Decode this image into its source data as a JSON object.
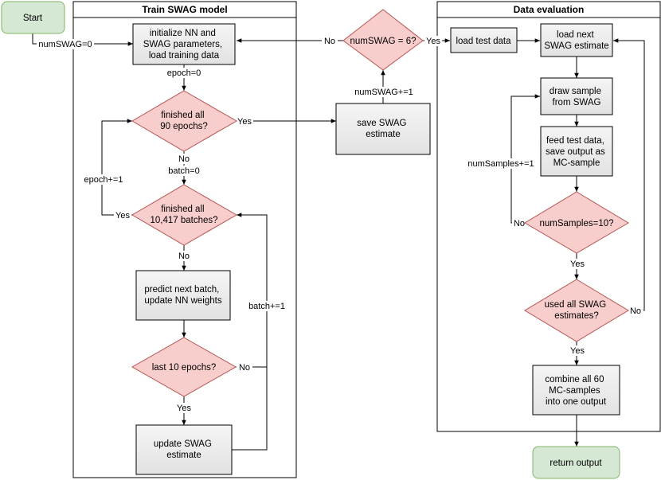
{
  "frames": {
    "train": "Train SWAG model",
    "eval": "Data evaluation"
  },
  "nodes": {
    "start": "Start",
    "init": [
      "initialize NN and",
      "SWAG parameters,",
      "load training data"
    ],
    "epochs_check": [
      "finished all",
      "90 epochs?"
    ],
    "batches_check": [
      "finished all",
      "10,417 batches?"
    ],
    "predict": [
      "predict next batch,",
      "update NN weights"
    ],
    "last_epochs": [
      "last 10 epochs?"
    ],
    "update_swag": [
      "update SWAG",
      "estimate"
    ],
    "save_swag": [
      "save SWAG",
      "estimate"
    ],
    "numswag_check": [
      "numSWAG = 6?"
    ],
    "load_test": [
      "load test data"
    ],
    "load_next": [
      "load next",
      "SWAG estimate"
    ],
    "draw_sample": [
      "draw sample",
      "from SWAG"
    ],
    "feed_test": [
      "feed test data,",
      "save output as",
      "MC-sample"
    ],
    "numsamples_check": [
      "numSamples=10?"
    ],
    "used_all": [
      "used all SWAG",
      "estimates?"
    ],
    "combine": [
      "combine all 60",
      "MC-samples",
      "into one output"
    ],
    "return_output": "return output"
  },
  "edge_labels": {
    "numswag0": "numSWAG=0",
    "epoch0": "epoch=0",
    "epochs_yes": "Yes",
    "epochs_no": "No",
    "batch0": "batch=0",
    "epoch_inc": "epoch+=1",
    "batches_yes": "Yes",
    "batches_no": "No",
    "last_no": "No",
    "last_yes": "Yes",
    "batch_inc": "batch+=1",
    "numswag_inc": "numSWAG+=1",
    "numswag_no": "No",
    "numswag_yes": "Yes",
    "numsamples_inc": "numSamples+=1",
    "numsamples_no": "No",
    "numsamples_yes": "Yes",
    "used_no": "No",
    "used_yes": "Yes"
  }
}
